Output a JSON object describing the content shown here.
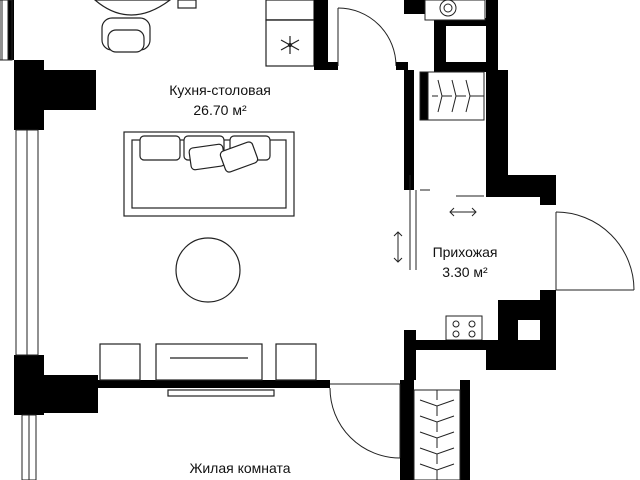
{
  "rooms": {
    "kitchen": {
      "name": "Кухня-столовая",
      "area": "26.70 м²"
    },
    "hall": {
      "name": "Прихожая",
      "area": "3.30 м²"
    },
    "living": {
      "name": "Жилая комната"
    }
  },
  "icons": [
    "snowflake-icon",
    "stove-icon",
    "washer-icon",
    "resize-arrow-icon"
  ],
  "colors": {
    "wall": "#000000",
    "line": "#222222",
    "background": "#ffffff"
  }
}
